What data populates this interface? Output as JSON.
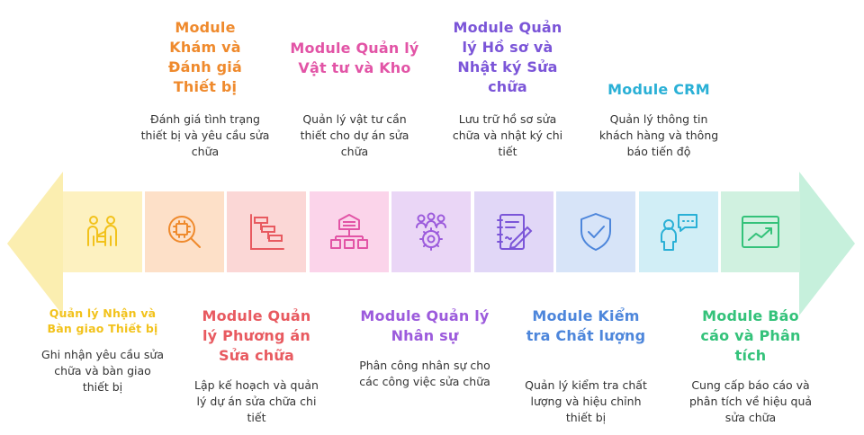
{
  "colors": {
    "yellow": "#f2c21b",
    "orange": "#ef8a2d",
    "red": "#e85a60",
    "pink": "#e254a6",
    "purple": "#9c5bdc",
    "violet": "#7b55d8",
    "blue": "#4d86db",
    "cyan": "#2ab0d6",
    "green": "#34c27a"
  },
  "modules": [
    {
      "title": "Quản lý Nhận và Bàn giao Thiết bị",
      "desc": "Ghi nhận yêu cầu sửa chữa và bàn giao thiết bị",
      "icon": "handover-people-icon"
    },
    {
      "title": "Module Khám và Đánh giá Thiết bị",
      "desc": "Đánh giá tình trạng thiết bị và yêu cầu sửa chữa",
      "icon": "chip-magnifier-icon"
    },
    {
      "title": "Module Quản lý Phương án Sửa chữa",
      "desc": "Lập kế hoạch và quản lý dự án sửa chữa chi tiết",
      "icon": "gantt-chart-icon"
    },
    {
      "title": "Module Quản lý Vật tư và Kho",
      "desc": "Quản lý vật tư cần thiết cho dự án sửa chữa",
      "icon": "warehouse-icon"
    },
    {
      "title": "Module Quản lý Nhân sự",
      "desc": "Phân công nhân sự cho các công việc sửa chữa",
      "icon": "team-gear-icon"
    },
    {
      "title": "Module Quản lý Hồ sơ và Nhật ký Sửa chữa",
      "desc": "Lưu trữ hồ sơ sửa chữa và nhật ký chi tiết",
      "icon": "notebook-pen-icon"
    },
    {
      "title": "Module Kiểm tra Chất lượng",
      "desc": "Quản lý kiểm tra chất lượng và hiệu chỉnh thiết bị",
      "icon": "shield-check-icon"
    },
    {
      "title": "Module CRM",
      "desc": "Quản lý thông tin khách hàng và thông báo tiến độ",
      "icon": "customer-chat-icon"
    },
    {
      "title": "Module Báo cáo và Phân tích",
      "desc": "Cung cấp báo cáo và phân tích về hiệu quả sửa chữa",
      "icon": "trend-chart-icon"
    }
  ]
}
